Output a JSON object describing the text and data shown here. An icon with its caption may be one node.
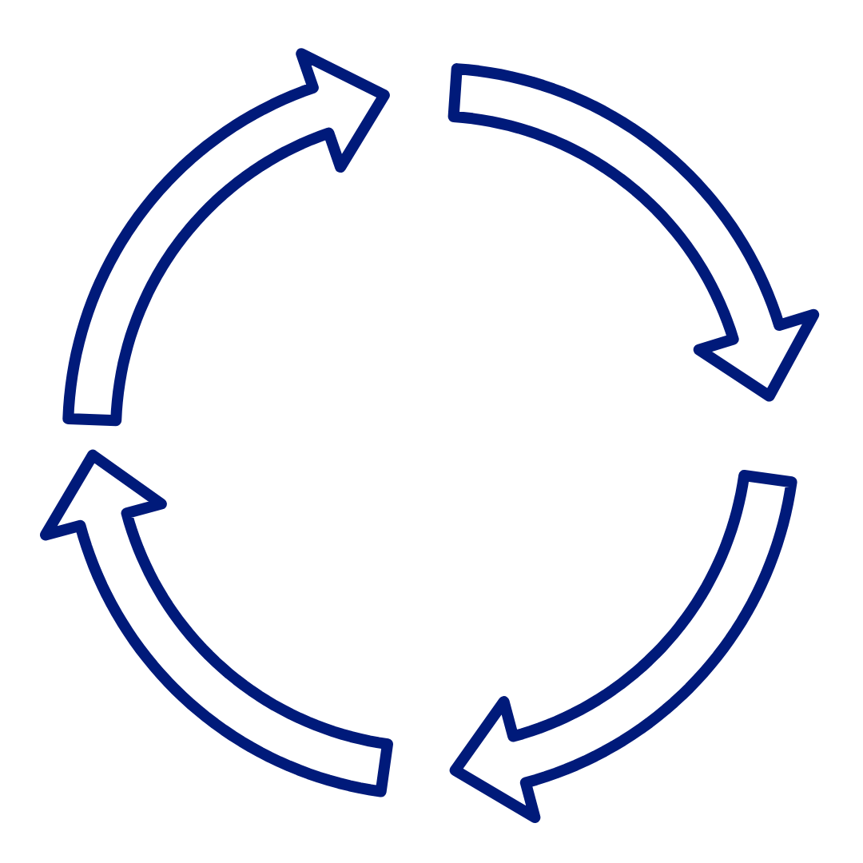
{
  "diagram": {
    "nodes": [
      {
        "text": [],
        "shape": "arrow"
      },
      {
        "text": [],
        "shape": "arrow"
      },
      {
        "text": [],
        "shape": "arrow"
      },
      {
        "text": [],
        "shape": "arrow"
      }
    ]
  }
}
